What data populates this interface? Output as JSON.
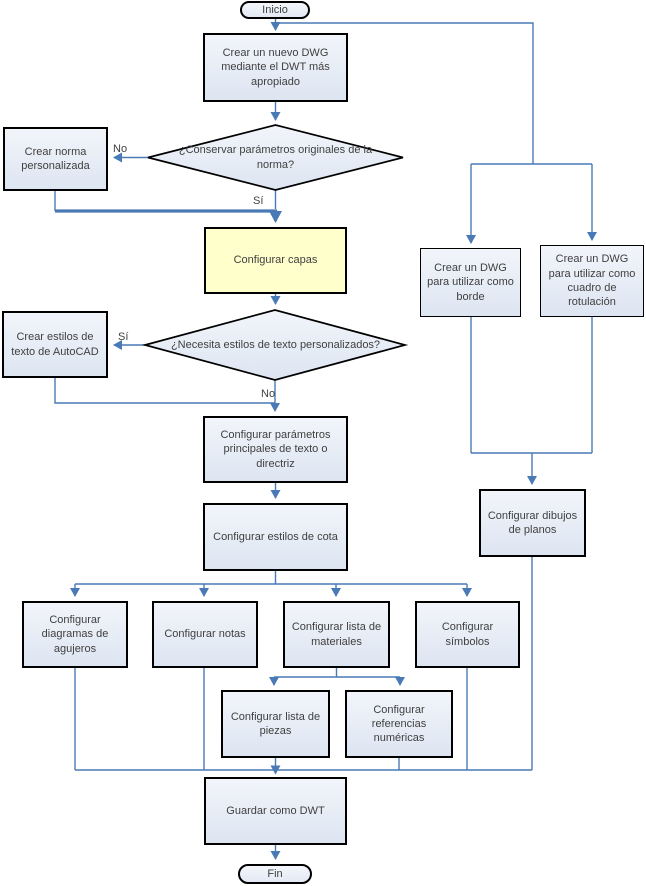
{
  "diagram": {
    "type": "flowchart",
    "language": "es",
    "colors": {
      "connector": "#4a7ab5",
      "node_border": "#000000",
      "node_fill_top": "#f2f5fa",
      "node_fill_bottom": "#dde5f2",
      "highlight_fill": "#ffffcc",
      "text": "#3f3f3f"
    },
    "nodes": {
      "inicio": {
        "label": "Inicio",
        "shape": "terminator"
      },
      "crear_nuevo_dwg": {
        "label": "Crear un nuevo DWG mediante el DWT más apropiado",
        "shape": "process"
      },
      "conservar_parametros": {
        "label": "¿Conservar parámetros originales de la norma?",
        "shape": "decision"
      },
      "crear_norma": {
        "label": "Crear norma personalizada",
        "shape": "process"
      },
      "configurar_capas": {
        "label": "Configurar capas",
        "shape": "process-highlight"
      },
      "necesita_estilos": {
        "label": "¿Necesita estilos de texto personalizados?",
        "shape": "decision"
      },
      "crear_estilos_texto": {
        "label": "Crear estilos de texto de AutoCAD",
        "shape": "process"
      },
      "configurar_parametros_texto": {
        "label": "Configurar parámetros principales de texto o directriz",
        "shape": "process"
      },
      "configurar_estilos_cota": {
        "label": "Configurar estilos de cota",
        "shape": "process"
      },
      "configurar_diagramas_agujeros": {
        "label": "Configurar diagramas de agujeros",
        "shape": "process"
      },
      "configurar_notas": {
        "label": "Configurar notas",
        "shape": "process"
      },
      "configurar_lista_materiales": {
        "label": "Configurar lista de materiales",
        "shape": "process"
      },
      "configurar_simbolos": {
        "label": "Configurar símbolos",
        "shape": "process"
      },
      "configurar_lista_piezas": {
        "label": "Configurar lista de piezas",
        "shape": "process"
      },
      "configurar_referencias": {
        "label": "Configurar referencias numéricas",
        "shape": "process"
      },
      "crear_dwg_borde": {
        "label": "Crear un DWG para utilizar como borde",
        "shape": "process"
      },
      "crear_dwg_rotulacion": {
        "label": "Crear un DWG para utilizar como cuadro de rotulación",
        "shape": "process"
      },
      "configurar_dibujos_planos": {
        "label": "Configurar dibujos de planos",
        "shape": "process"
      },
      "guardar_dwt": {
        "label": "Guardar como DWT",
        "shape": "process"
      },
      "fin": {
        "label": "Fin",
        "shape": "terminator"
      }
    },
    "edge_labels": {
      "decision1_no": "No",
      "decision1_si": "Sí",
      "decision2_si": "Sí",
      "decision2_no": "No"
    }
  }
}
